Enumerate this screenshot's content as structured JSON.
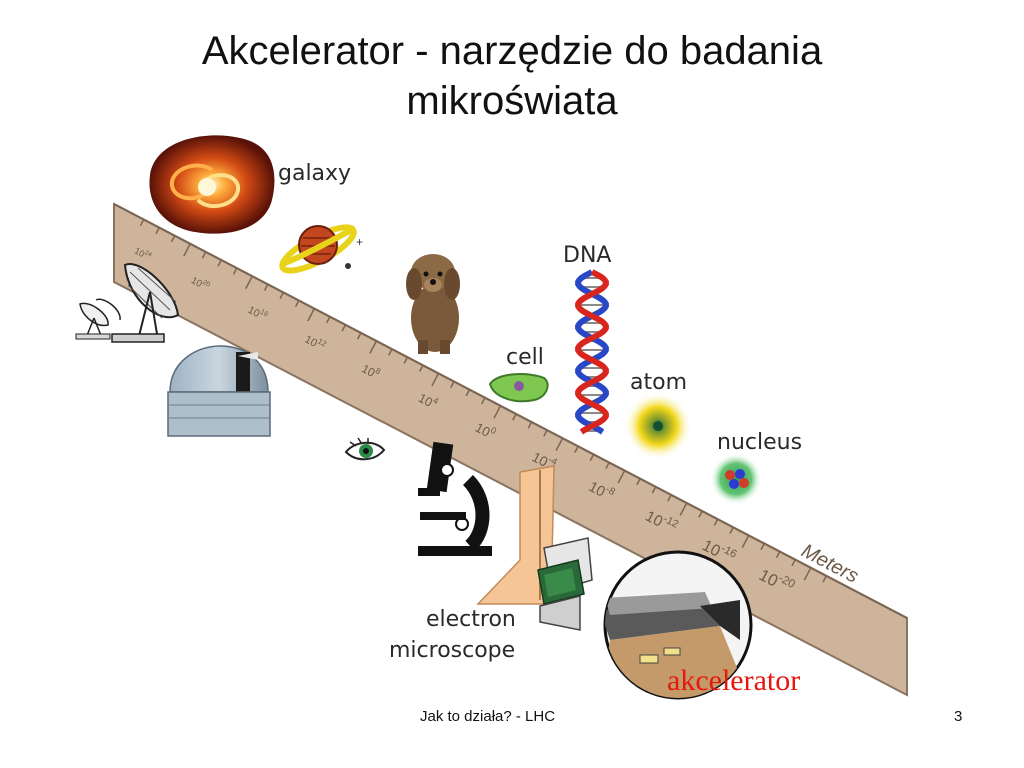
{
  "slide": {
    "title_line1": "Akcelerator - narzędzie do badania",
    "title_line2": "mikroświata",
    "footer_title": "Jak to działa? - LHC",
    "page_number": "3"
  },
  "diagram": {
    "labels": {
      "galaxy": "galaxy",
      "dna": "DNA",
      "cell": "cell",
      "atom": "atom",
      "nucleus": "nucleus",
      "electron_microscope_line1": "electron",
      "electron_microscope_line2": "microscope",
      "accelerator": "akcelerator"
    },
    "ruler": {
      "unit": "Meters",
      "ticks": [
        {
          "base": "10",
          "exp": "24"
        },
        {
          "base": "10",
          "exp": "20"
        },
        {
          "base": "10",
          "exp": "16"
        },
        {
          "base": "10",
          "exp": "12"
        },
        {
          "base": "10",
          "exp": "8"
        },
        {
          "base": "10",
          "exp": "4"
        },
        {
          "base": "10",
          "exp": "0"
        },
        {
          "base": "10",
          "exp": "-4"
        },
        {
          "base": "10",
          "exp": "-8"
        },
        {
          "base": "10",
          "exp": "-12"
        },
        {
          "base": "10",
          "exp": "-16"
        },
        {
          "base": "10",
          "exp": "-20"
        }
      ]
    },
    "colors": {
      "ruler_fill": "#cdb49a",
      "ruler_edge": "#8a7460",
      "accelerator_label": "#e8170d",
      "dna_red": "#d8261f",
      "dna_blue": "#2848c8"
    }
  }
}
